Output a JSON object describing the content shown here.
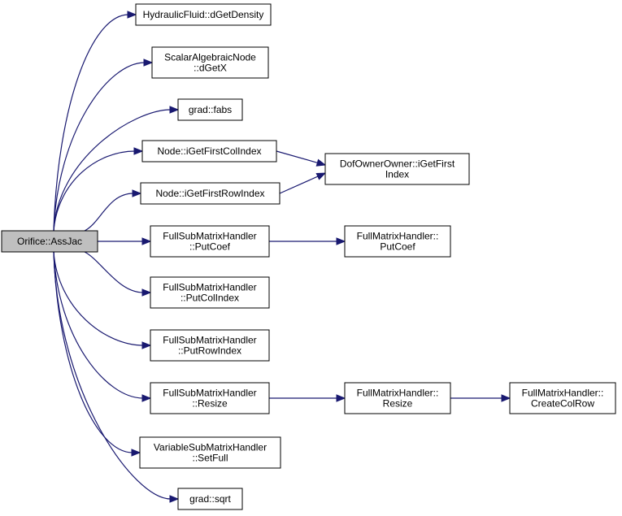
{
  "colors": {
    "edge": "#191970",
    "node_border": "#000000",
    "root_fill": "#bfbfbf",
    "node_fill": "#ffffff"
  },
  "nodes": {
    "root": {
      "lines": [
        "Orifice::AssJac"
      ]
    },
    "hf_density": {
      "lines": [
        "HydraulicFluid::dGetDensity"
      ]
    },
    "san_dgetx": {
      "lines": [
        "ScalarAlgebraicNode",
        "::dGetX"
      ]
    },
    "grad_fabs": {
      "lines": [
        "grad::fabs"
      ]
    },
    "node_col": {
      "lines": [
        "Node::iGetFirstColIndex"
      ]
    },
    "node_row": {
      "lines": [
        "Node::iGetFirstRowIndex"
      ]
    },
    "dof_first": {
      "lines": [
        "DofOwnerOwner::iGetFirst",
        "Index"
      ]
    },
    "fsm_putcoef": {
      "lines": [
        "FullSubMatrixHandler",
        "::PutCoef"
      ]
    },
    "fm_putcoef": {
      "lines": [
        "FullMatrixHandler::",
        "PutCoef"
      ]
    },
    "fsm_putcol": {
      "lines": [
        "FullSubMatrixHandler",
        "::PutColIndex"
      ]
    },
    "fsm_putrow": {
      "lines": [
        "FullSubMatrixHandler",
        "::PutRowIndex"
      ]
    },
    "fsm_resize": {
      "lines": [
        "FullSubMatrixHandler",
        "::Resize"
      ]
    },
    "fm_resize": {
      "lines": [
        "FullMatrixHandler::",
        "Resize"
      ]
    },
    "fm_createcolrow": {
      "lines": [
        "FullMatrixHandler::",
        "CreateColRow"
      ]
    },
    "vsm_setfull": {
      "lines": [
        "VariableSubMatrixHandler",
        "::SetFull"
      ]
    },
    "grad_sqrt": {
      "lines": [
        "grad::sqrt"
      ]
    }
  },
  "edges": [
    {
      "from": "root",
      "to": "hf_density"
    },
    {
      "from": "root",
      "to": "san_dgetx"
    },
    {
      "from": "root",
      "to": "grad_fabs"
    },
    {
      "from": "root",
      "to": "node_col"
    },
    {
      "from": "root",
      "to": "node_row"
    },
    {
      "from": "root",
      "to": "fsm_putcoef"
    },
    {
      "from": "root",
      "to": "fsm_putcol"
    },
    {
      "from": "root",
      "to": "fsm_putrow"
    },
    {
      "from": "root",
      "to": "fsm_resize"
    },
    {
      "from": "root",
      "to": "vsm_setfull"
    },
    {
      "from": "root",
      "to": "grad_sqrt"
    },
    {
      "from": "node_col",
      "to": "dof_first"
    },
    {
      "from": "node_row",
      "to": "dof_first"
    },
    {
      "from": "fsm_putcoef",
      "to": "fm_putcoef"
    },
    {
      "from": "fsm_resize",
      "to": "fm_resize"
    },
    {
      "from": "fm_resize",
      "to": "fm_createcolrow"
    }
  ]
}
